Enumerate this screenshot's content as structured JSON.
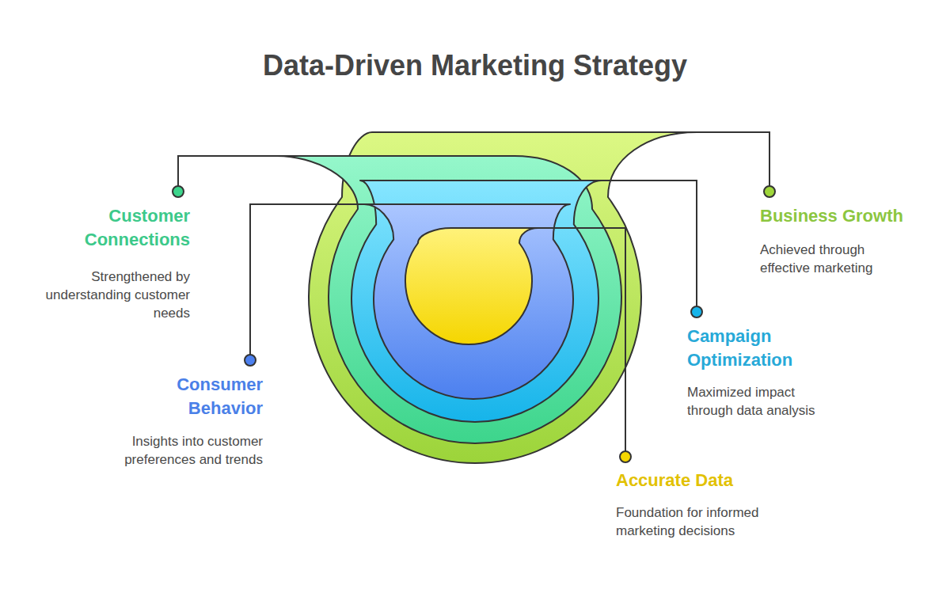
{
  "diagram": {
    "title": "Data-Driven Marketing Strategy",
    "nodes": [
      {
        "text": [
          "Business Growth",
          "Achieved through effective marketing"
        ]
      },
      {
        "text": [
          "Customer Connections",
          "Strengthened by understanding customer needs"
        ],
        "in": 0
      },
      {
        "text": [
          "Campaign Optimization",
          "Maximized impact through data analysis"
        ],
        "in": 1
      },
      {
        "text": [
          "Consumer Behavior",
          "Insights into customer preferences and trends"
        ],
        "in": 2
      },
      {
        "text": [
          "Accurate Data",
          "Foundation for informed marketing decisions"
        ],
        "in": 3
      }
    ]
  }
}
